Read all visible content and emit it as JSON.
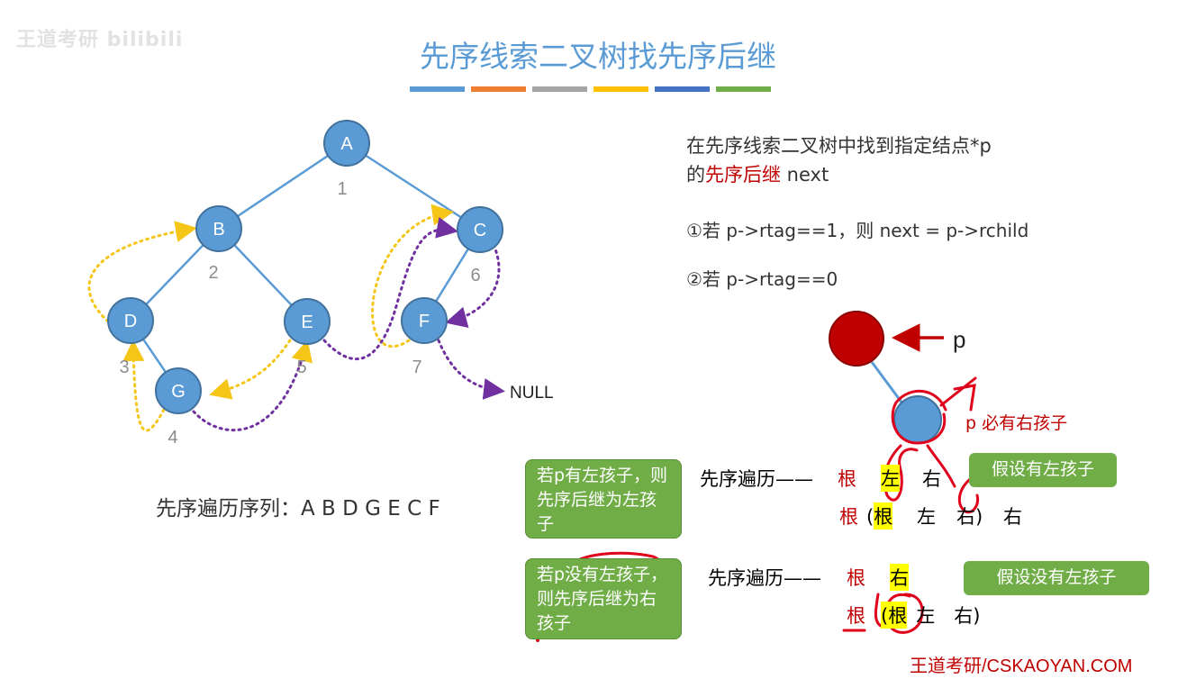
{
  "watermark": "王道考研 bilibili",
  "title": "先序线索二叉树找先序后继",
  "title_bar_colors": [
    "#5b9bd5",
    "#ed7d31",
    "#a5a5a5",
    "#ffc000",
    "#4472c4",
    "#70ad47"
  ],
  "tree": {
    "nodes": [
      {
        "id": "A",
        "label": "A",
        "order": "1"
      },
      {
        "id": "B",
        "label": "B",
        "order": "2"
      },
      {
        "id": "C",
        "label": "C",
        "order": "6"
      },
      {
        "id": "D",
        "label": "D",
        "order": "3"
      },
      {
        "id": "E",
        "label": "E",
        "order": "5"
      },
      {
        "id": "F",
        "label": "F",
        "order": "7"
      },
      {
        "id": "G",
        "label": "G",
        "order": "4"
      }
    ],
    "null_label": "NULL",
    "node_color": "#5b9bd5",
    "edge_color": "#5b9bd5",
    "pred_thread_color": "#f5c518",
    "succ_thread_color": "#7030a0"
  },
  "preorder_text": "先序遍历序列：A B D G E C F",
  "intro": {
    "line1": "在先序线索二叉树中找到指定结点*p",
    "line2_prefix": "的",
    "line2_red": "先序后继",
    "line2_suffix": " next"
  },
  "case1": "①若 p->rtag==1，则 next = p->rchild",
  "case2": "②若 p->rtag==0",
  "p_label": "p",
  "p_right_child_note": "p 必有右孩子",
  "box_left_child": "若p有左孩子，则先序后继为左孩子",
  "box_no_left_child": "若p没有左孩子，则先序后继为右孩子",
  "assume_left": "假设有左孩子",
  "assume_no_left": "假设没有左孩子",
  "traverse_label": "先序遍历——",
  "order1_row1": [
    "根",
    "左",
    "右"
  ],
  "order1_row2": [
    "根",
    "(根",
    "左",
    "右)",
    "右"
  ],
  "order2_row1": [
    "根",
    "右"
  ],
  "order2_row2": [
    "根",
    "(根",
    "左",
    "右)"
  ],
  "footer": "王道考研/CSKAOYAN.COM",
  "accent_red": "#c00000",
  "box_green": "#70ad47"
}
